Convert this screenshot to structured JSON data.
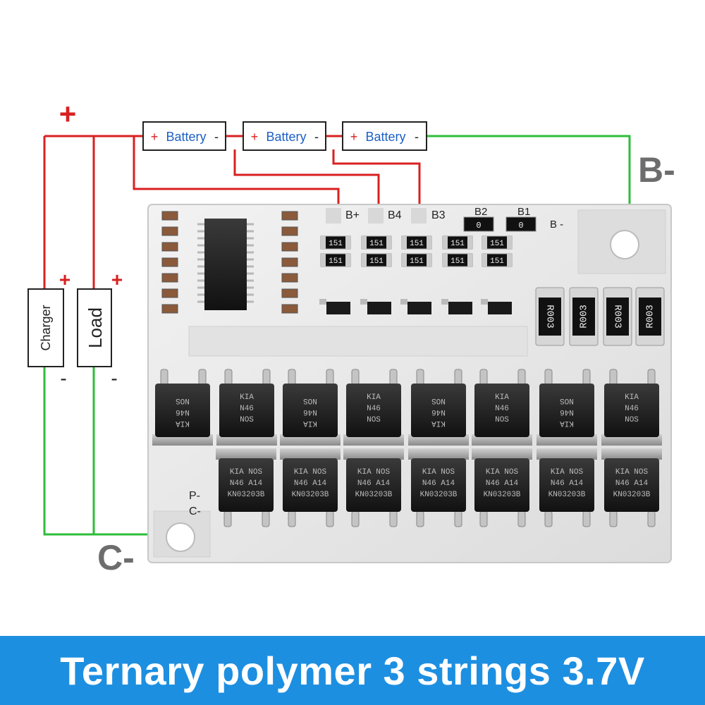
{
  "diagram": {
    "battery_cells": [
      {
        "plus": "+",
        "label": "Battery",
        "minus": "-"
      },
      {
        "plus": "+",
        "label": "Battery",
        "minus": "-"
      },
      {
        "plus": "+",
        "label": "Battery",
        "minus": "-"
      }
    ],
    "main_plus": "+",
    "b_minus_label": "B-",
    "c_minus_label": "C-",
    "charger": {
      "label": "Charger",
      "plus": "+",
      "minus": "-"
    },
    "load": {
      "label": "Load",
      "plus": "+",
      "minus": "-"
    },
    "board_pads": [
      "B+",
      "B4",
      "B3",
      "B2",
      "B1",
      "B -"
    ],
    "board_side_labels": [
      "P-",
      "C-"
    ],
    "resistor_codes": [
      "R003",
      "R003",
      "R003",
      "R003"
    ],
    "small_resistor_codes": [
      "151",
      "151"
    ],
    "zero_ohm_codes": [
      "0",
      "0"
    ],
    "mosfet_top_text": [
      "KIA",
      "N46",
      "NOS"
    ],
    "mosfet_bottom_text": [
      "KIA",
      "NOS",
      "N46",
      "A14",
      "KN03203B"
    ],
    "colors": {
      "positive_wire": "#d92020",
      "negative_wire": "#2dbd3a",
      "board": "#e9e9e9",
      "banner": "#1d8fe1"
    }
  },
  "banner": {
    "text": "Ternary polymer 3 strings 3.7V"
  }
}
